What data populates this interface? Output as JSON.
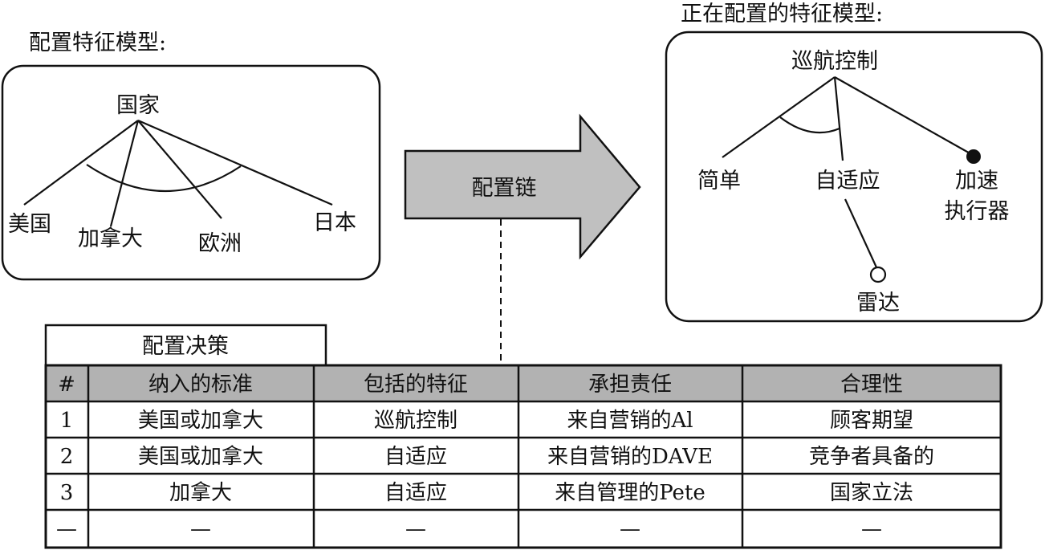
{
  "left_model": {
    "caption": "配置特征模型:",
    "root": "国家",
    "children": [
      "美国",
      "加拿大",
      "欧洲",
      "日本"
    ]
  },
  "arrow": {
    "label": "配置链"
  },
  "right_model": {
    "caption": "正在配置的特征模型:",
    "root": "巡航控制",
    "children": [
      "简单",
      "自适应"
    ],
    "accelerator": [
      "加速",
      "执行器"
    ],
    "radar": "雷达"
  },
  "decision_table": {
    "title": "配置决策",
    "headers": [
      "#",
      "纳入的标准",
      "包括的特征",
      "承担责任",
      "合理性"
    ],
    "rows": [
      [
        "1",
        "美国或加拿大",
        "巡航控制",
        "来自营销的Al",
        "顾客期望"
      ],
      [
        "2",
        "美国或加拿大",
        "自适应",
        "来自营销的DAVE",
        "竞争者具备的"
      ],
      [
        "3",
        "加拿大",
        "自适应",
        "来自管理的Pete",
        "国家立法"
      ],
      [
        "—",
        "—",
        "—",
        "—",
        "—"
      ]
    ]
  },
  "colors": {
    "arrow_fill": "#c0c0c0",
    "header_fill": "#b2b2b2",
    "line": "#111111"
  }
}
